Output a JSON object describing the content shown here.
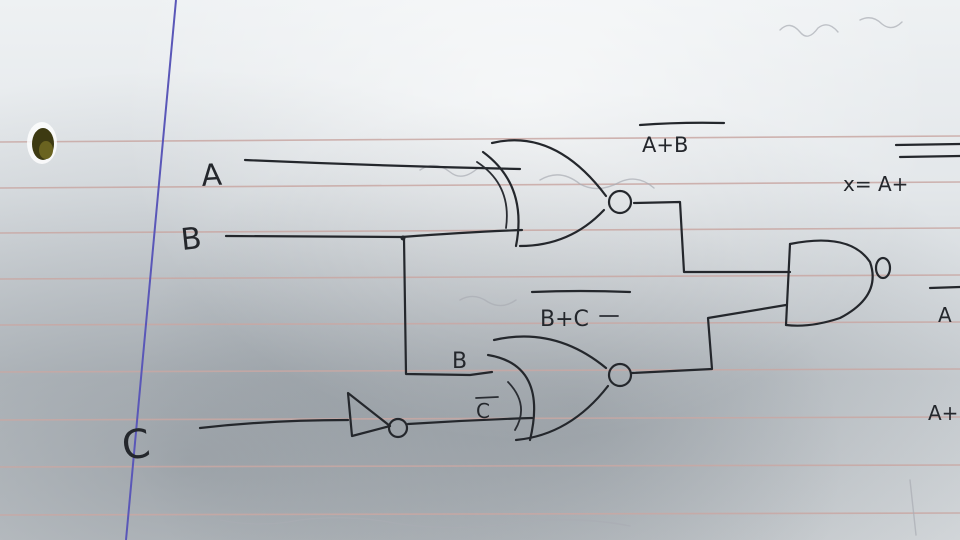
{
  "inputs": {
    "a": "A",
    "b": "B",
    "c": "C"
  },
  "gate_labels": {
    "nor1_output": "A+B",
    "nor2_output": "B+C",
    "nor2_input_b": "B",
    "nor2_input_c": "C"
  },
  "right_edge": {
    "expression_partial": "x= A+",
    "fragment_1": "A",
    "fragment_2": "A+"
  },
  "colors": {
    "ink": "#24272c",
    "ruled_line": "#c9a8a4",
    "margin_line": "#5a57b8",
    "punch_hole": "#3d3a12"
  }
}
